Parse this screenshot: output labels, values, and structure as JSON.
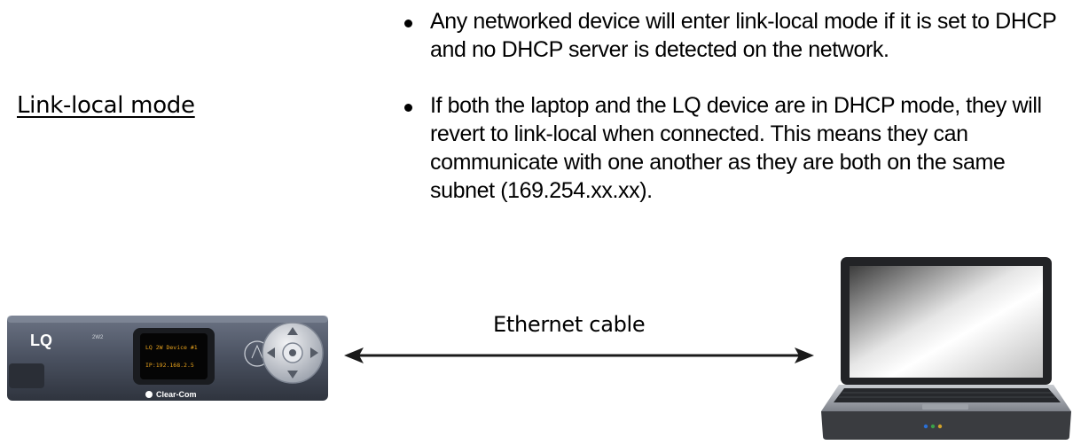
{
  "heading": "Link-local mode",
  "bullets": [
    "Any networked device will enter link-local mode if it is set to DHCP and no DHCP server is detected on the network.",
    "If both the laptop and the LQ device are in DHCP mode, they will revert to link-local when connected. This means they can communicate with one another as they are both on the same subnet (169.254.xx.xx)."
  ],
  "cable_label": "Ethernet cable",
  "device": {
    "brand": "LQ",
    "model_badge": "2W2",
    "screen_line1": "LQ 2W Device #1",
    "screen_line2": "IP:192.168.2.5",
    "maker_logo": "Clear-Com"
  },
  "icons": {
    "bullet": "filled-circle",
    "device": "lq-interface-unit",
    "laptop": "laptop-computer",
    "cable": "double-headed-arrow"
  },
  "colors": {
    "text": "#000000",
    "device_body": "#4a5160",
    "screen_text": "#e8a21c",
    "arrow": "#1a1a1a"
  }
}
